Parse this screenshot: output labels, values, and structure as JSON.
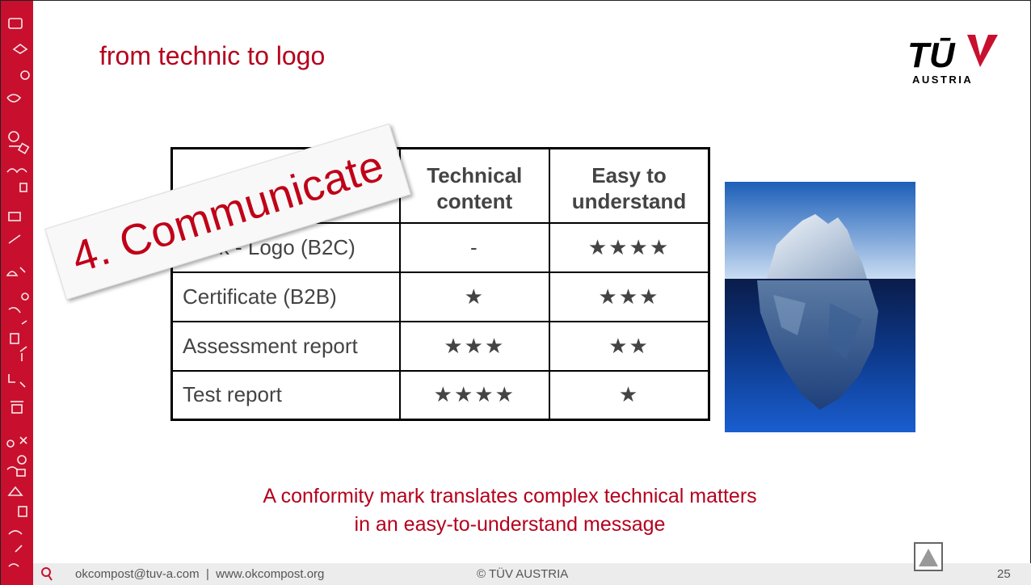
{
  "slide": {
    "title": "from technic to logo",
    "sticker": "4. Communicate",
    "logo": {
      "wordmark": "TÜV",
      "subtitle": "AUSTRIA",
      "accent_color": "#c8102e"
    },
    "table": {
      "headers": [
        "",
        "Technical content",
        "Easy to understand"
      ],
      "rows": [
        {
          "label": "Mark - Logo (B2C)",
          "technical": "-",
          "easy": "★★★★"
        },
        {
          "label": "Certificate (B2B)",
          "technical": "★",
          "easy": "★★★"
        },
        {
          "label": "Assessment report",
          "technical": "★★★",
          "easy": "★★"
        },
        {
          "label": "Test report",
          "technical": "★★★★",
          "easy": "★"
        }
      ]
    },
    "message_line1": "A conformity mark translates complex technical matters",
    "message_line2": "in an easy-to-understand message"
  },
  "footer": {
    "contact": "okcompost@tuv-a.com  |  www.okcompost.org",
    "copyright": "© TÜV AUSTRIA",
    "page_number": "25"
  },
  "colors": {
    "brand_red": "#c8102e",
    "title_red": "#b5001c"
  }
}
